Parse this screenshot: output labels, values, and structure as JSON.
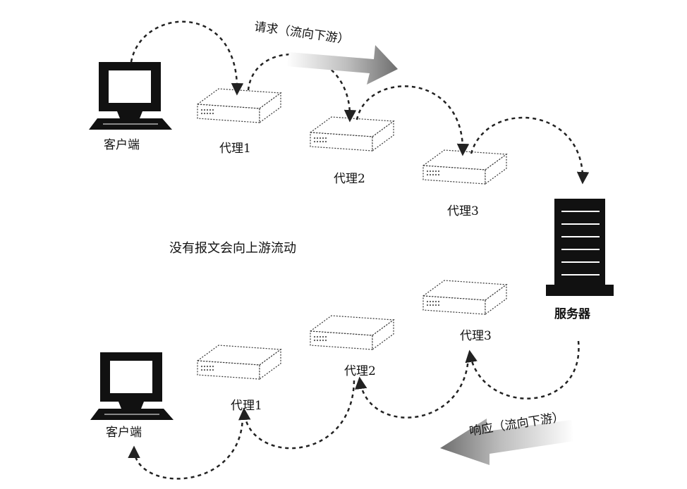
{
  "request_arrow_label": "请求（流向下游）",
  "response_arrow_label": "响应（流向下游）",
  "center_note": "没有报文会向上游流动",
  "top": {
    "client_label": "客户端",
    "proxy1_label": "代理1",
    "proxy2_label": "代理2",
    "proxy3_label": "代理3"
  },
  "server_label": "服务器",
  "bottom": {
    "client_label": "客户端",
    "proxy1_label": "代理1",
    "proxy2_label": "代理2",
    "proxy3_label": "代理3"
  }
}
